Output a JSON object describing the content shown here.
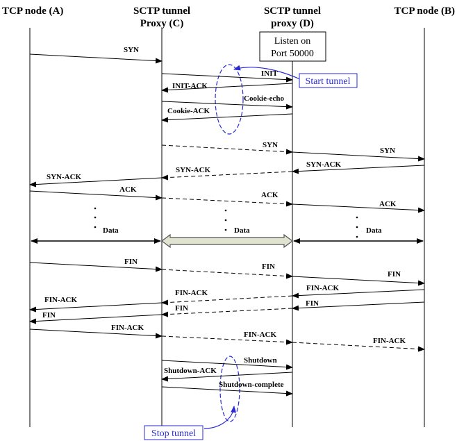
{
  "nodes": {
    "a": {
      "line1": "TCP node (A)"
    },
    "c": {
      "line1": "SCTP tunnel",
      "line2": "Proxy (C)"
    },
    "d": {
      "line1": "SCTP tunnel",
      "line2": "proxy (D)"
    },
    "b": {
      "line1": "TCP node (B)"
    }
  },
  "listen_box": {
    "line1": "Listen on",
    "line2": "Port 50000"
  },
  "callouts": {
    "start": "Start tunnel",
    "stop": "Stop tunnel"
  },
  "messages": {
    "syn": "SYN",
    "init": "INIT",
    "init_ack": "INIT-ACK",
    "cookie_echo": "Cookie-echo",
    "cookie_ack": "Cookie-ACK",
    "syn_ack": "SYN-ACK",
    "ack": "ACK",
    "data": "Data",
    "fin": "FIN",
    "fin_ack": "FIN-ACK",
    "shutdown": "Shutdown",
    "shutdown_ack": "Shutdown-ACK",
    "shutdown_complete": "Shutdown-complete"
  },
  "colors": {
    "line": "#000000",
    "callout": "#2a2ad6",
    "tunnel_fill": "#dfe3cf",
    "tunnel_stroke": "#555555"
  }
}
